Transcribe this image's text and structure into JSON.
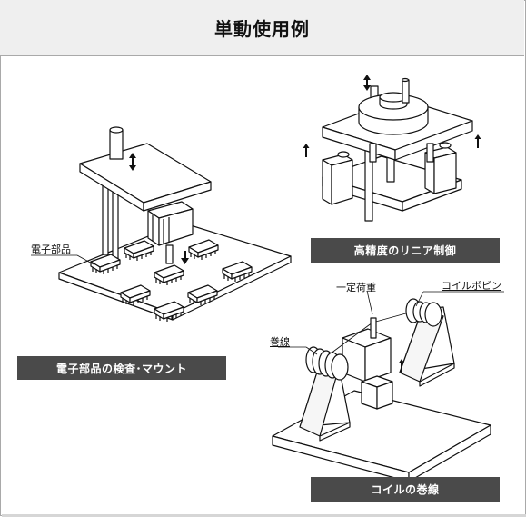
{
  "title": "単動使用例",
  "panels": {
    "electronics": {
      "caption": "電子部品の検査･マウント",
      "callout": "電子部品"
    },
    "linear": {
      "caption": "高精度のリニア制御"
    },
    "coil": {
      "caption": "コイルの巻線",
      "callout_weight": "一定荷重",
      "callout_bobbin": "コイルボビン",
      "callout_wire": "巻線"
    }
  },
  "colors": {
    "header_bg": "#efefef",
    "caption_bg": "#4a4a4a",
    "border": "#a9a9a9"
  }
}
